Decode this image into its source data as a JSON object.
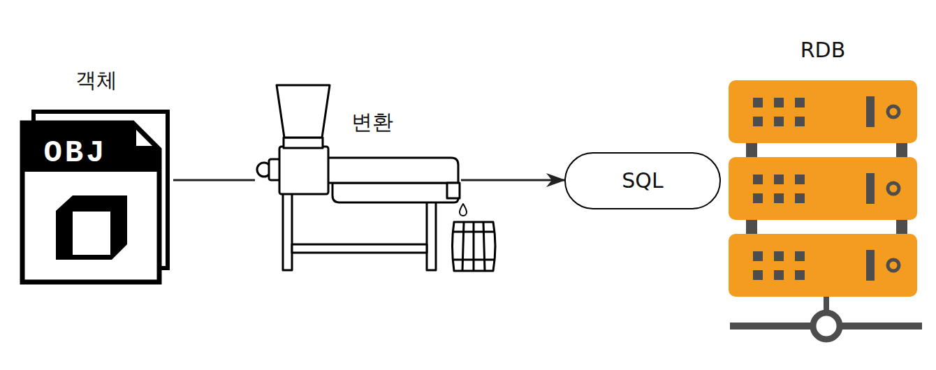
{
  "diagram": {
    "nodes": [
      {
        "text": [
          "객체",
          "OBJ"
        ]
      },
      {
        "text": [
          "변환"
        ]
      },
      {
        "text": [
          "SQL"
        ]
      },
      {
        "text": [
          "RDB"
        ]
      }
    ],
    "edges": [
      {
        "from": 0,
        "to": 1,
        "arrow": "none"
      },
      {
        "from": 1,
        "to": 2,
        "arrow": "to"
      }
    ]
  }
}
